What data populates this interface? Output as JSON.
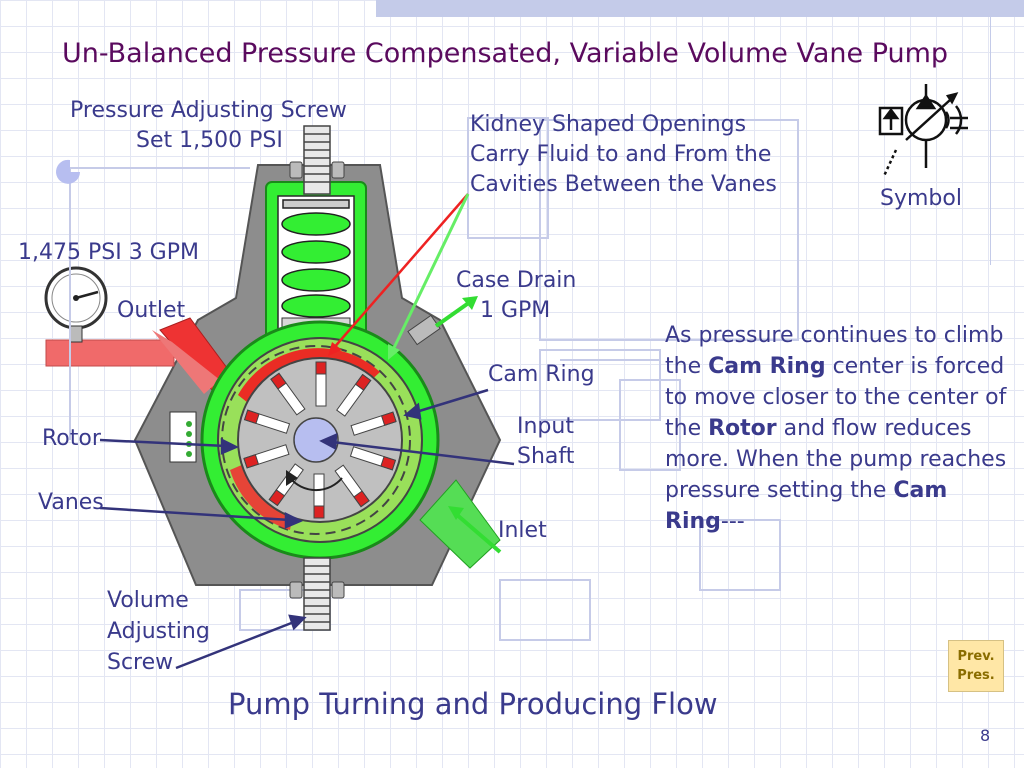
{
  "slide": {
    "title": "Un-Balanced Pressure Compensated, Variable Volume Vane Pump",
    "subtitle": "Pump Turning and Producing Flow",
    "slide_number": "8",
    "prev_button": {
      "line1": "Prev.",
      "line2": "Pres."
    }
  },
  "labels": {
    "pressure_screw_line1": "Pressure Adjusting Screw",
    "pressure_screw_line2": "Set 1,500 PSI",
    "kidney_line1": "Kidney Shaped Openings",
    "kidney_line2": "Carry Fluid to and From the",
    "kidney_line3": "Cavities Between the Vanes",
    "symbol": "Symbol",
    "gauge_reading": "1,475 PSI 3 GPM",
    "outlet": "Outlet",
    "case_drain_line1": "Case Drain",
    "case_drain_line2": "1 GPM",
    "cam_ring": "Cam Ring",
    "input_shaft_line1": "Input",
    "input_shaft_line2": "Shaft",
    "rotor": "Rotor",
    "vanes": "Vanes",
    "inlet": "Inlet",
    "volume_screw_line1": "Volume",
    "volume_screw_line2": "Adjusting",
    "volume_screw_line3": "Screw"
  },
  "description": {
    "p1": "As pressure continues to climb the ",
    "b1": "Cam Ring",
    "p2": " center is forced to move closer to the center of the ",
    "b2": "Rotor",
    "p3": " and flow reduces more. When the pump reaches pressure setting the ",
    "b3": "Cam Ring",
    "p4": "---"
  },
  "colors": {
    "title": "#5a0a5e",
    "text": "#3a3a8c",
    "housing": "#8d8d8d",
    "pressure_green": "#33ee33",
    "cam_ring_green": "#99e05a",
    "rotor_gray": "#c0c0c0",
    "pressure_red": "#ee2222",
    "outlet_pipe": "#f06a6a",
    "shaft": "#b7bef0",
    "arrow": "#33337a"
  }
}
